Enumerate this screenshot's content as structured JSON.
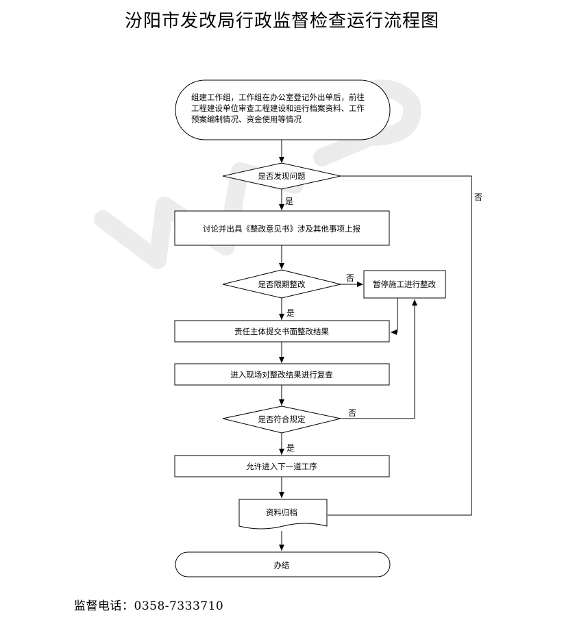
{
  "title": "汾阳市发改局行政监督检查运行流程图",
  "nodes": {
    "start_line1": "组建工作组，工作组在办公室登记外出单后，前往",
    "start_line2": "工程建设单位审查工程建设和运行档案资料、工作",
    "start_line3": "预案编制情况、资金使用等情况",
    "decision_problem": "是否发现问题",
    "discuss_report": "讨论并出具《整改意见书》涉及其他事项上报",
    "decision_deadline": "是否限期整改",
    "suspend": "暂停施工进行整改",
    "submit_results": "责任主体提交书面整改结果",
    "onsite_review": "进入现场对整改结果进行复查",
    "decision_comply": "是否符合规定",
    "next_process": "允许进入下一道工序",
    "archive": "资料归档",
    "finish": "办结"
  },
  "edge_labels": {
    "yes": "是",
    "no": "否"
  },
  "footer": {
    "label": "监督电话：",
    "phone": "0358-7333710"
  }
}
